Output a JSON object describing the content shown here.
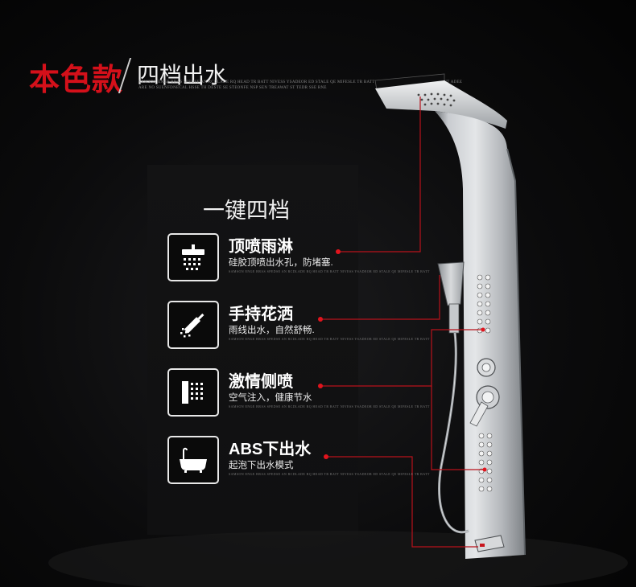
{
  "header": {
    "title_red": "本色款",
    "title_white": "四档出水",
    "fine_line_1": "SAMSON ENGE BRAS SPEDSE AN RCDLADE RQ HEAD TR BATT NIVESS YSADEOR ED STALE QE MIFESLE TR BATT TIRE-SOLTISSCIS ONSPLEMDR UNT ADEE",
    "fine_line_2": "ARE NO SUENFDNECAL HSSE TH DESTE SE STEONFE NSP SEN TREAWAT ST TEDR SSE RNE"
  },
  "panel": {
    "heading": "一键四档",
    "features": [
      {
        "icon": "overhead-shower-icon",
        "title": "顶喷雨淋",
        "subtitle": "硅胶顶喷出水孔，防堵塞.",
        "fine": "SAMSON ENGE BRAS SPEDSE AN RCDLADE RQ HEAD TR BATT NIVESS YSADEOR ED STALE QE MIFESLE TR BATT"
      },
      {
        "icon": "hand-shower-icon",
        "title": "手持花洒",
        "subtitle": "雨线出水，自然舒畅.",
        "fine": "SAMSON ENGE BRAS SPEDSE AN RCDLADE RQ HEAD TR BATT NIVESS YSADEOR ED STALE QE MIFESLE TR BATT"
      },
      {
        "icon": "side-spray-icon",
        "title": "激情侧喷",
        "subtitle": "空气注入，健康节水",
        "fine": "SAMSON ENGE BRAS SPEDSE AN RCDLADE RQ HEAD TR BATT NIVESS YSADEOR ED STALE QE MIFESLE TR BATT"
      },
      {
        "icon": "bathtub-icon",
        "title": "ABS下出水",
        "subtitle": "起泡下出水模式",
        "fine": "SAMSON ENGE BRAS SPEDSE AN RCDLADE RQ HEAD TR BATT NIVESS YSADEOR ED STALE QE MIFESLE TR BATT"
      }
    ]
  },
  "colors": {
    "accent_red": "#d4101a",
    "callout_line": "#b8121b",
    "steel": "#b9bcc0"
  }
}
